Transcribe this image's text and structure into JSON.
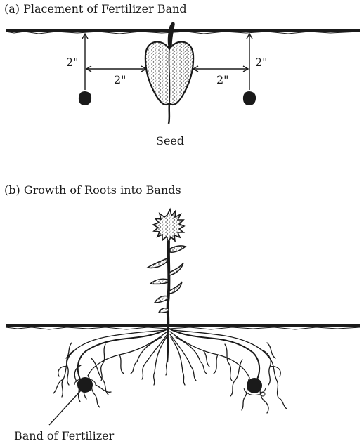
{
  "panel_a": {
    "caption": "(a) Placement of Fertilizer Band",
    "label_left_depth": "2\"",
    "label_left_spacing": "2\"",
    "label_right_spacing": "2\"",
    "label_right_depth": "2\"",
    "seed_label": "Seed"
  },
  "panel_b": {
    "caption": "(b) Growth of Roots into Bands",
    "band_label": "Band of Fertilizer"
  },
  "colors": {
    "ink": "#1a1a1a",
    "stipple": "#555555",
    "paper": "#ffffff"
  }
}
